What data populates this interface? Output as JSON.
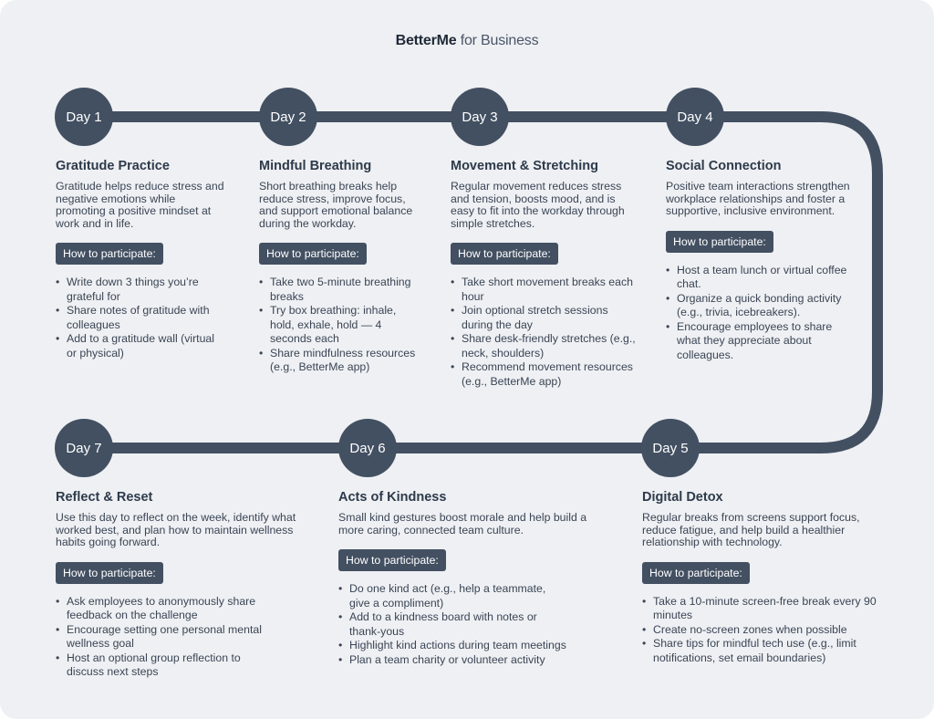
{
  "header": {
    "brand_bold": "BetterMe",
    "brand_rest": " for Business"
  },
  "colors": {
    "accent": "#435062",
    "background": "#eef0f3",
    "text": "#2e3a4a"
  },
  "days": [
    {
      "badge": "Day 1",
      "title": "Gratitude Practice",
      "description": "Gratitude helps reduce stress and negative emotions while promoting a positive mindset at work and in life.",
      "cta": "How to participate:",
      "items": [
        "Write down 3 things you’re grateful for",
        "Share notes of gratitude with colleagues",
        "Add to a gratitude wall (virtual or physical)"
      ]
    },
    {
      "badge": "Day 2",
      "title": "Mindful Breathing",
      "description": "Short breathing breaks help reduce stress, improve focus, and support emotional balance during the workday.",
      "cta": "How to participate:",
      "items": [
        "Take two 5-minute breathing breaks",
        "Try box breathing: inhale, hold, exhale, hold — 4 seconds each",
        "Share mindfulness resources (e.g., BetterMe app)"
      ]
    },
    {
      "badge": "Day 3",
      "title": "Movement & Stretching",
      "description": "Regular movement reduces stress and tension, boosts mood, and is easy to fit into the workday through simple stretches.",
      "cta": "How to participate:",
      "items": [
        "Take short movement breaks each hour",
        "Join optional stretch sessions during the day",
        "Share desk-friendly stretches (e.g., neck, shoulders)",
        "Recommend movement resources (e.g., BetterMe app)"
      ]
    },
    {
      "badge": "Day 4",
      "title": "Social Connection",
      "description": "Positive team interactions strengthen workplace relationships and foster a supportive, inclusive environment.",
      "cta": "How to participate:",
      "items": [
        "Host a team lunch or virtual coffee chat.",
        "Organize a quick bonding activity (e.g., trivia, icebreakers).",
        "Encourage employees to share what they appreciate about colleagues."
      ]
    },
    {
      "badge": "Day 5",
      "title": "Digital Detox",
      "description": "Regular breaks from screens support focus, reduce fatigue, and help build a healthier relationship with technology.",
      "cta": "How to participate:",
      "items": [
        "Take a 10-minute screen-free break every 90 minutes",
        "Create no-screen zones when possible",
        "Share tips for mindful tech use (e.g., limit notifications, set email boundaries)"
      ]
    },
    {
      "badge": "Day 6",
      "title": "Acts of Kindness",
      "description": "Small kind gestures boost morale and help build a more caring, connected team culture.",
      "cta": "How to participate:",
      "items": [
        "Do one kind act (e.g., help a teammate, give a compliment)",
        "Add to a kindness board with notes or thank-yous",
        "Highlight kind actions during team meetings",
        "Plan a team charity or volunteer activity"
      ]
    },
    {
      "badge": "Day 7",
      "title": "Reflect & Reset",
      "description": "Use this day to reflect on the week, identify what worked best, and plan how to maintain wellness habits going forward.",
      "cta": "How to participate:",
      "items": [
        "Ask employees to anonymously share feedback on the challenge",
        "Encourage setting one personal mental wellness goal",
        "Host an optional group reflection to discuss next steps"
      ]
    }
  ]
}
